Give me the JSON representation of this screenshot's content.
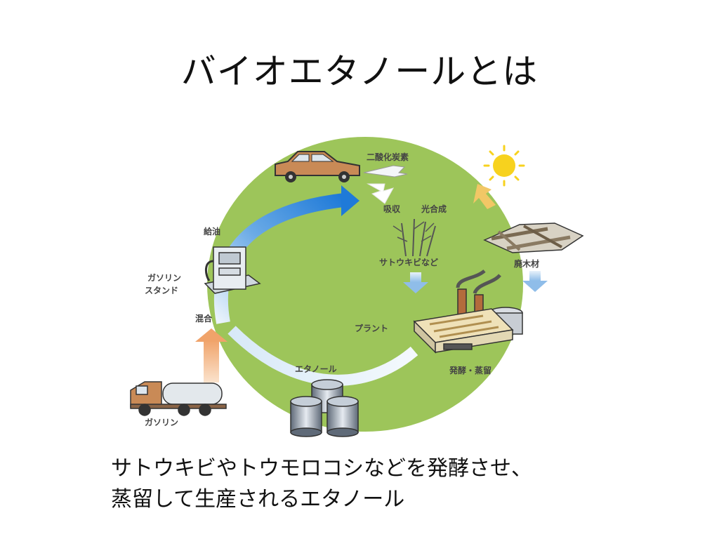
{
  "slide": {
    "title": "バイオエタノールとは",
    "caption_line1": "サトウキビやトウモロコシなどを発酵させ、",
    "caption_line2": "蒸留して生産されるエタノール"
  },
  "diagram": {
    "labels": {
      "co2": "二酸化炭素",
      "absorb": "吸収",
      "photosynthesis": "光合成",
      "sugarcane": "サトウキビなど",
      "waste_wood": "廃木材",
      "plant": "プラント",
      "fermentation": "発酵・蒸留",
      "ethanol": "エタノール",
      "mix": "混合",
      "gasoline": "ガソリン",
      "refuel": "給油",
      "gas_station_1": "ガソリン",
      "gas_station_2": "スタンド"
    },
    "colors": {
      "circle": "#9dc55a",
      "arrow_blue": "#1f7ad8",
      "arrow_light": "#b9d6f2",
      "arrow_orange": "#f0b07a",
      "sun": "#f7d21e"
    }
  }
}
